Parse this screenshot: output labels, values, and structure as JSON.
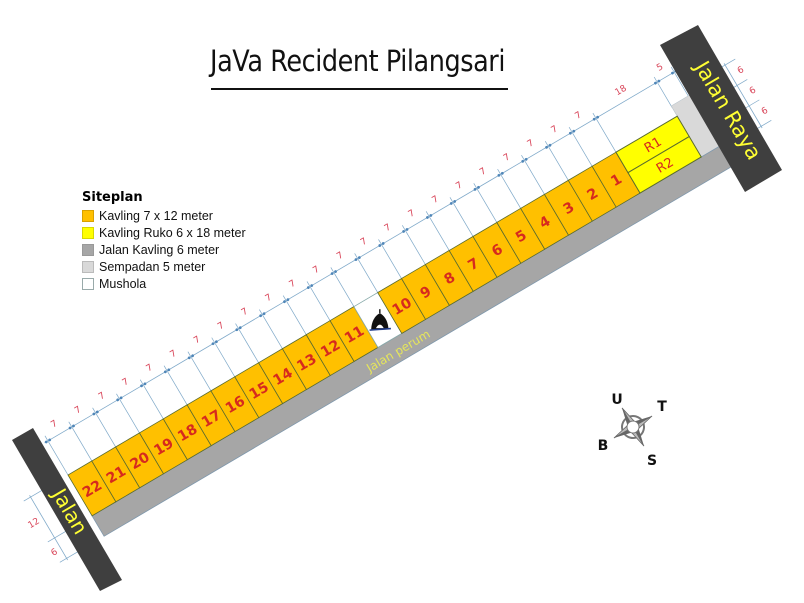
{
  "title": "JaVa Recident Pilangsari",
  "legend": {
    "title": "Siteplan",
    "items": [
      {
        "label": "Kavling 7 x 12 meter",
        "color": "#FFC000"
      },
      {
        "label": "Kavling Ruko 6 x 18 meter",
        "color": "#FFFF00"
      },
      {
        "label": "Jalan Kavling 6 meter",
        "color": "#A6A6A6"
      },
      {
        "label": "Sempadan 5 meter",
        "color": "#D9D9D9"
      },
      {
        "label": "Mushola",
        "color": "#FFFFFF"
      }
    ]
  },
  "roads": {
    "left": "Jalan",
    "right": "Jalan Raya",
    "internal": "Jalan perum"
  },
  "lots": [
    "22",
    "21",
    "20",
    "19",
    "18",
    "17",
    "16",
    "15",
    "14",
    "13",
    "12",
    "11",
    "MUSHOLA",
    "10",
    "9",
    "8",
    "7",
    "6",
    "5",
    "4",
    "3",
    "2",
    "1"
  ],
  "ruko": [
    "R1",
    "R2"
  ],
  "dimensions": {
    "lot_width": "7",
    "ruko_width": "18",
    "sempadan_width": "5",
    "right_depths": [
      "6",
      "6",
      "6"
    ],
    "left_depths": [
      "12",
      "6"
    ]
  },
  "compass": {
    "north": "U",
    "east": "T",
    "south": "S",
    "west": "B"
  },
  "colors": {
    "kavling": "#FFC000",
    "ruko": "#FFFF00",
    "jalan": "#A6A6A6",
    "sempadan": "#D9D9D9",
    "main_road": "#3F3F3F",
    "road_text": "#FFFF33",
    "lot_text": "#D62A1E",
    "dim_line": "#7FA9C9",
    "dim_text": "#D9465A",
    "outline": "#5A6B2E"
  }
}
